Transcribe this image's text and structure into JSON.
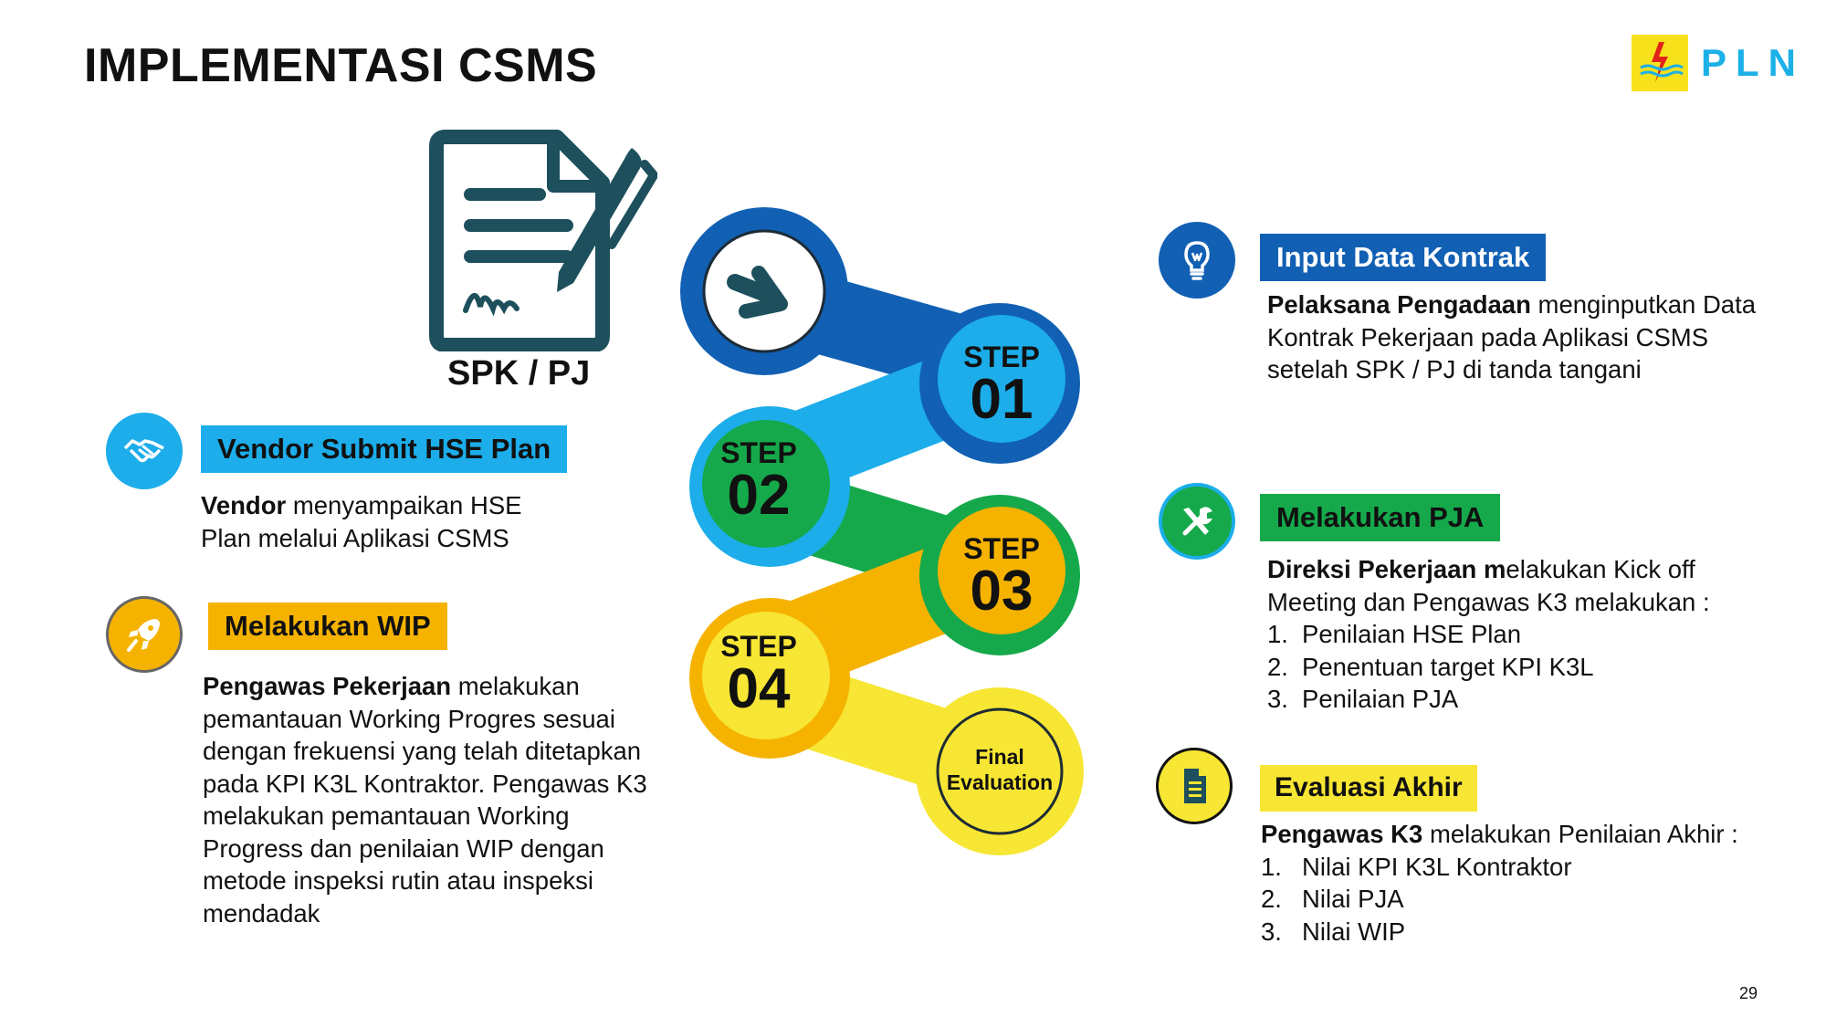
{
  "page": {
    "title": "IMPLEMENTASI CSMS",
    "page_number": "29"
  },
  "logo": {
    "text": "PLN"
  },
  "spk": {
    "label": "SPK / PJ"
  },
  "steps": [
    {
      "word": "STEP",
      "number": "01"
    },
    {
      "word": "STEP",
      "number": "02"
    },
    {
      "word": "STEP",
      "number": "03"
    },
    {
      "word": "STEP",
      "number": "04"
    }
  ],
  "final": {
    "line1": "Final",
    "line2": "Evaluation"
  },
  "cards": {
    "input_data_kontrak": {
      "label": "Input Data Kontrak",
      "bold": "Pelaksana Pengadaan",
      "text": " menginputkan Data Kontrak Pekerjaan pada Aplikasi CSMS setelah SPK / PJ di tanda tangani"
    },
    "vendor_hse": {
      "label": "Vendor Submit HSE Plan",
      "bold": "Vendor",
      "text": " menyampaikan HSE Plan melalui Aplikasi CSMS"
    },
    "melakukan_pja": {
      "label": "Melakukan PJA",
      "bold": "Direksi Pekerjaan m",
      "text": "elakukan Kick off Meeting dan Pengawas K3 melakukan :",
      "items": [
        "Penilaian HSE Plan",
        "Penentuan target KPI K3L",
        "Penilaian PJA"
      ]
    },
    "melakukan_wip": {
      "label": "Melakukan WIP",
      "bold": "Pengawas Pekerjaan",
      "text": " melakukan pemantauan Working Progres sesuai dengan frekuensi yang telah ditetapkan pada KPI K3L Kontraktor. Pengawas K3 melakukan pemantauan Working Progress dan penilaian WIP dengan metode inspeksi rutin atau inspeksi mendadak"
    },
    "evaluasi_akhir": {
      "label": "Evaluasi Akhir",
      "bold": "Pengawas K3",
      "text": " melakukan Penilaian Akhir :",
      "items": [
        "Nilai KPI K3L Kontraktor",
        "Nilai PJA",
        "Nilai WIP"
      ]
    }
  },
  "colors": {
    "blue_dark": "#1160b4",
    "blue_light": "#1cadea",
    "green": "#15a94b",
    "orange": "#f5b300",
    "yellow": "#f7e633",
    "teal": "#1d4f5c"
  },
  "icons": {
    "input_data_kontrak": "lightbulb-icon",
    "vendor_hse": "handshake-icon",
    "melakukan_pja": "tools-icon",
    "melakukan_wip": "rocket-icon",
    "evaluasi_akhir": "document-icon",
    "start": "arrow-right-icon"
  }
}
